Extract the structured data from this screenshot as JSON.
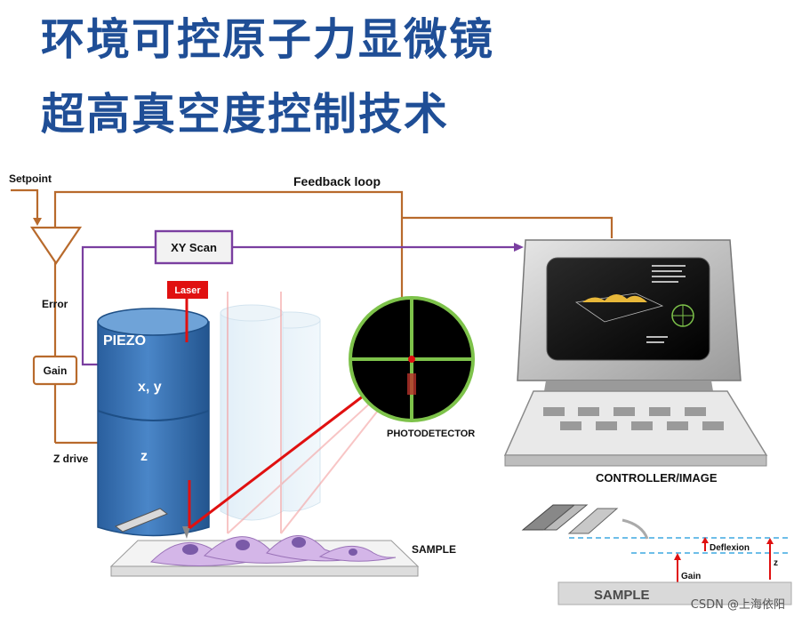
{
  "title_line1": "环境可控原子力显微镜",
  "title_line2": "超高真空度控制技术",
  "labels": {
    "setpoint": "Setpoint",
    "feedback_loop": "Feedback loop",
    "xy_scan": "XY Scan",
    "error": "Error",
    "gain": "Gain",
    "laser": "Laser",
    "piezo": "PIEZO",
    "xy": "x, y",
    "z": "z",
    "z_drive": "Z drive",
    "photodetector": "PHOTODETECTOR",
    "controller_image": "CONTROLLER/IMAGE",
    "sample": "SAMPLE",
    "sample_inset": "SAMPLE",
    "deflexion": "Deflexion",
    "gain_inset": "Gain",
    "z_inset": "z"
  },
  "watermark": "CSDN @上海依阳",
  "colors": {
    "title": "#1f4e96",
    "feedback_line": "#b86a2c",
    "scan_line": "#7a3fa0",
    "laser": "#e01010",
    "piezo": "#3a73b5",
    "detector_ring": "#7dc24a"
  }
}
